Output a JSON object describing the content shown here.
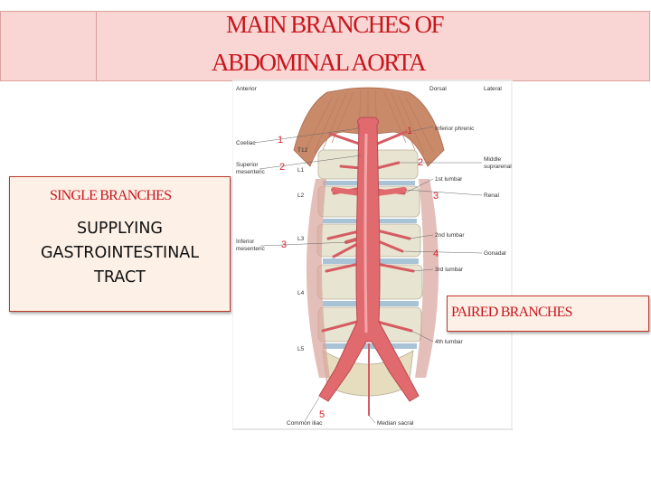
{
  "title": {
    "line1": "MAIN BRANCHES OF",
    "line2": "ABDOMINAL AORTA"
  },
  "left_box": {
    "heading": "SINGLE BRANCHES",
    "lines": [
      "SUPPLYING",
      "GASTROINTESTINAL",
      "TRACT"
    ]
  },
  "right_box": {
    "heading": "PAIRED BRANCHES"
  },
  "figure": {
    "header": {
      "anterior": "Anterior",
      "dorsal": "Dorsal",
      "lateral": "Lateral"
    },
    "left_labels": {
      "coeliac": "Coeliac",
      "sup_mes_1": "Superior",
      "sup_mes_2": "mesenteric",
      "inf_mes_1": "Inferior",
      "inf_mes_2": "mesenteric",
      "common_iliac": "Common iliac"
    },
    "right_labels": {
      "inferior_phrenic": "Inferior phrenic",
      "middle_sup_1": "Middle",
      "middle_sup_2": "suprarenal",
      "lumbar1": "1st lumbar",
      "renal": "Renal",
      "lumbar2": "2nd lumbar",
      "gonadal": "Gonadal",
      "lumbar3": "3rd lumbar",
      "lumbar4": "4th lumbar",
      "median_sacral": "Median sacral"
    },
    "vertebrae": {
      "t12": "T12",
      "l1": "L1",
      "l2": "L2",
      "l3": "L3",
      "l4": "L4",
      "l5": "L5"
    },
    "numbers": {
      "n1_left": "1",
      "n2_left": "2",
      "n3_left": "3",
      "n1_right": "1",
      "n2_right": "2",
      "n3_right": "3",
      "n4_right": "4",
      "n5": "5"
    },
    "colors": {
      "aorta": "#e06a6e",
      "diaphragm": "#c98a6a",
      "label_number": "#d8232a"
    }
  }
}
